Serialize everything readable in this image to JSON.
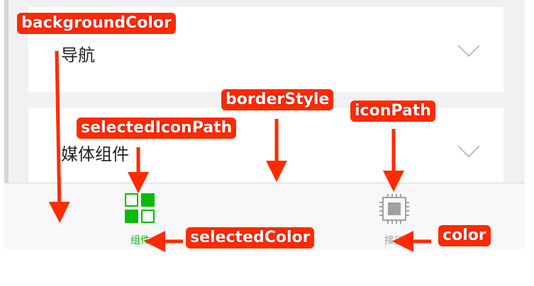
{
  "list": {
    "items": [
      {
        "label": "导航"
      },
      {
        "label": "媒体组件"
      }
    ]
  },
  "tabbar": {
    "tabs": [
      {
        "label": "组件",
        "icon": "grid-icon",
        "selected": true
      },
      {
        "label": "接口",
        "icon": "chip-icon",
        "selected": false
      }
    ]
  },
  "annotations": {
    "background_color": "backgroundColor",
    "border_style": "borderStyle",
    "selected_icon_path": "selectedIconPath",
    "icon_path": "iconPath",
    "selected_color": "selectedColor",
    "color": "color"
  },
  "colors": {
    "selected": "#09bb07",
    "unselected": "#a0a0a0",
    "annotation": "#ff2a00"
  }
}
